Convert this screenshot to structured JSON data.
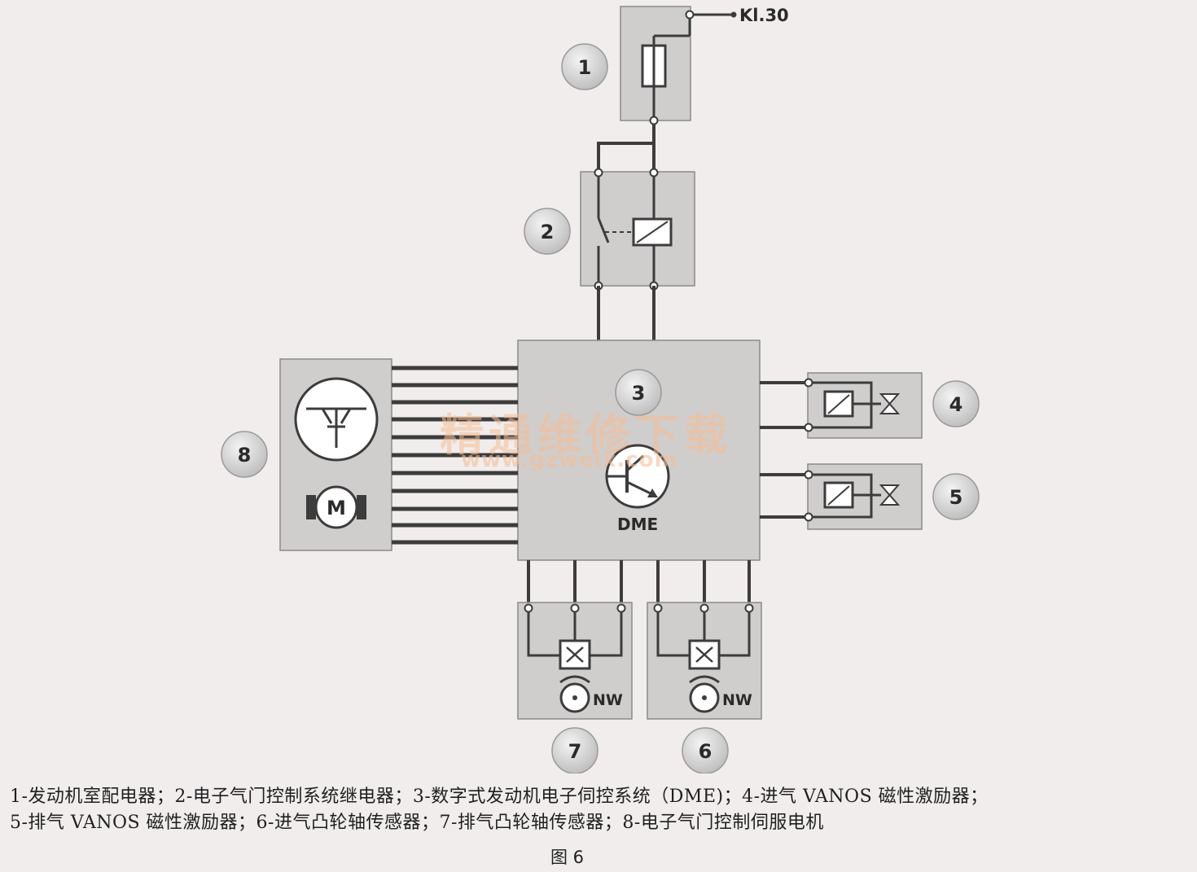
{
  "supply_label": "Kl.30",
  "dme_label": "DME",
  "sensor_label": "NW",
  "motor_letter": "M",
  "callouts": {
    "c1": "1",
    "c2": "2",
    "c3": "3",
    "c4": "4",
    "c5": "5",
    "c6": "6",
    "c7": "7",
    "c8": "8"
  },
  "legend": {
    "line1": "1-发动机室配电器；2-电子气门控制系统继电器；3-数字式发动机电子伺控系统（DME)；4-进气 VANOS 磁性激励器；",
    "line2": "5-排气 VANOS 磁性激励器；6-进气凸轮轴传感器；7-排气凸轮轴传感器；8-电子气门控制伺服电机"
  },
  "figure_label": "图 6",
  "watermark": {
    "title": "精通维修下载",
    "url": "www.gzweix.com"
  },
  "colors": {
    "box_fill": "#d0cdcd",
    "wire": "#3c3c3c",
    "watermark": "#f5be96"
  }
}
